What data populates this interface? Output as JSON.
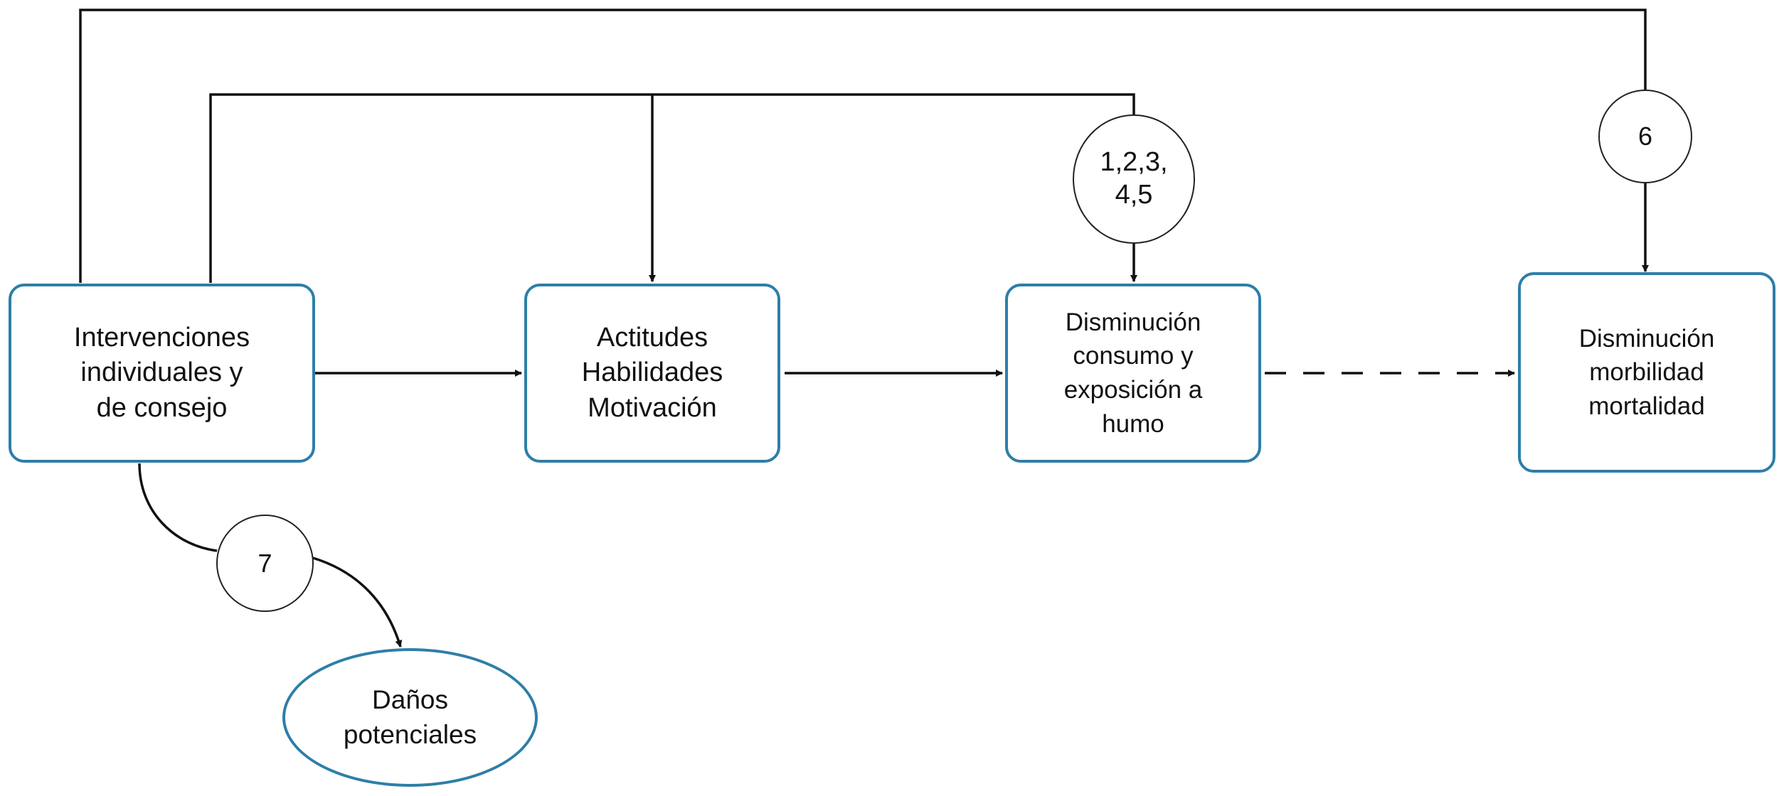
{
  "nodes": {
    "intervenciones": [
      "Intervenciones",
      "individuales y",
      "de consejo"
    ],
    "actitudes": [
      "Actitudes",
      "Habilidades",
      "Motivación"
    ],
    "disminucion_consumo": [
      "Disminución",
      "consumo y",
      "exposición a",
      "humo"
    ],
    "disminucion_morbilidad": [
      "Disminución",
      "morbilidad",
      "mortalidad"
    ],
    "danos": [
      "Daños",
      "potenciales"
    ]
  },
  "key_questions": {
    "q12345": [
      "1,2,3,",
      "4,5"
    ],
    "q6": "6",
    "q7": "7"
  },
  "colors": {
    "box_border": "#2e7ea8",
    "line": "#111111"
  }
}
